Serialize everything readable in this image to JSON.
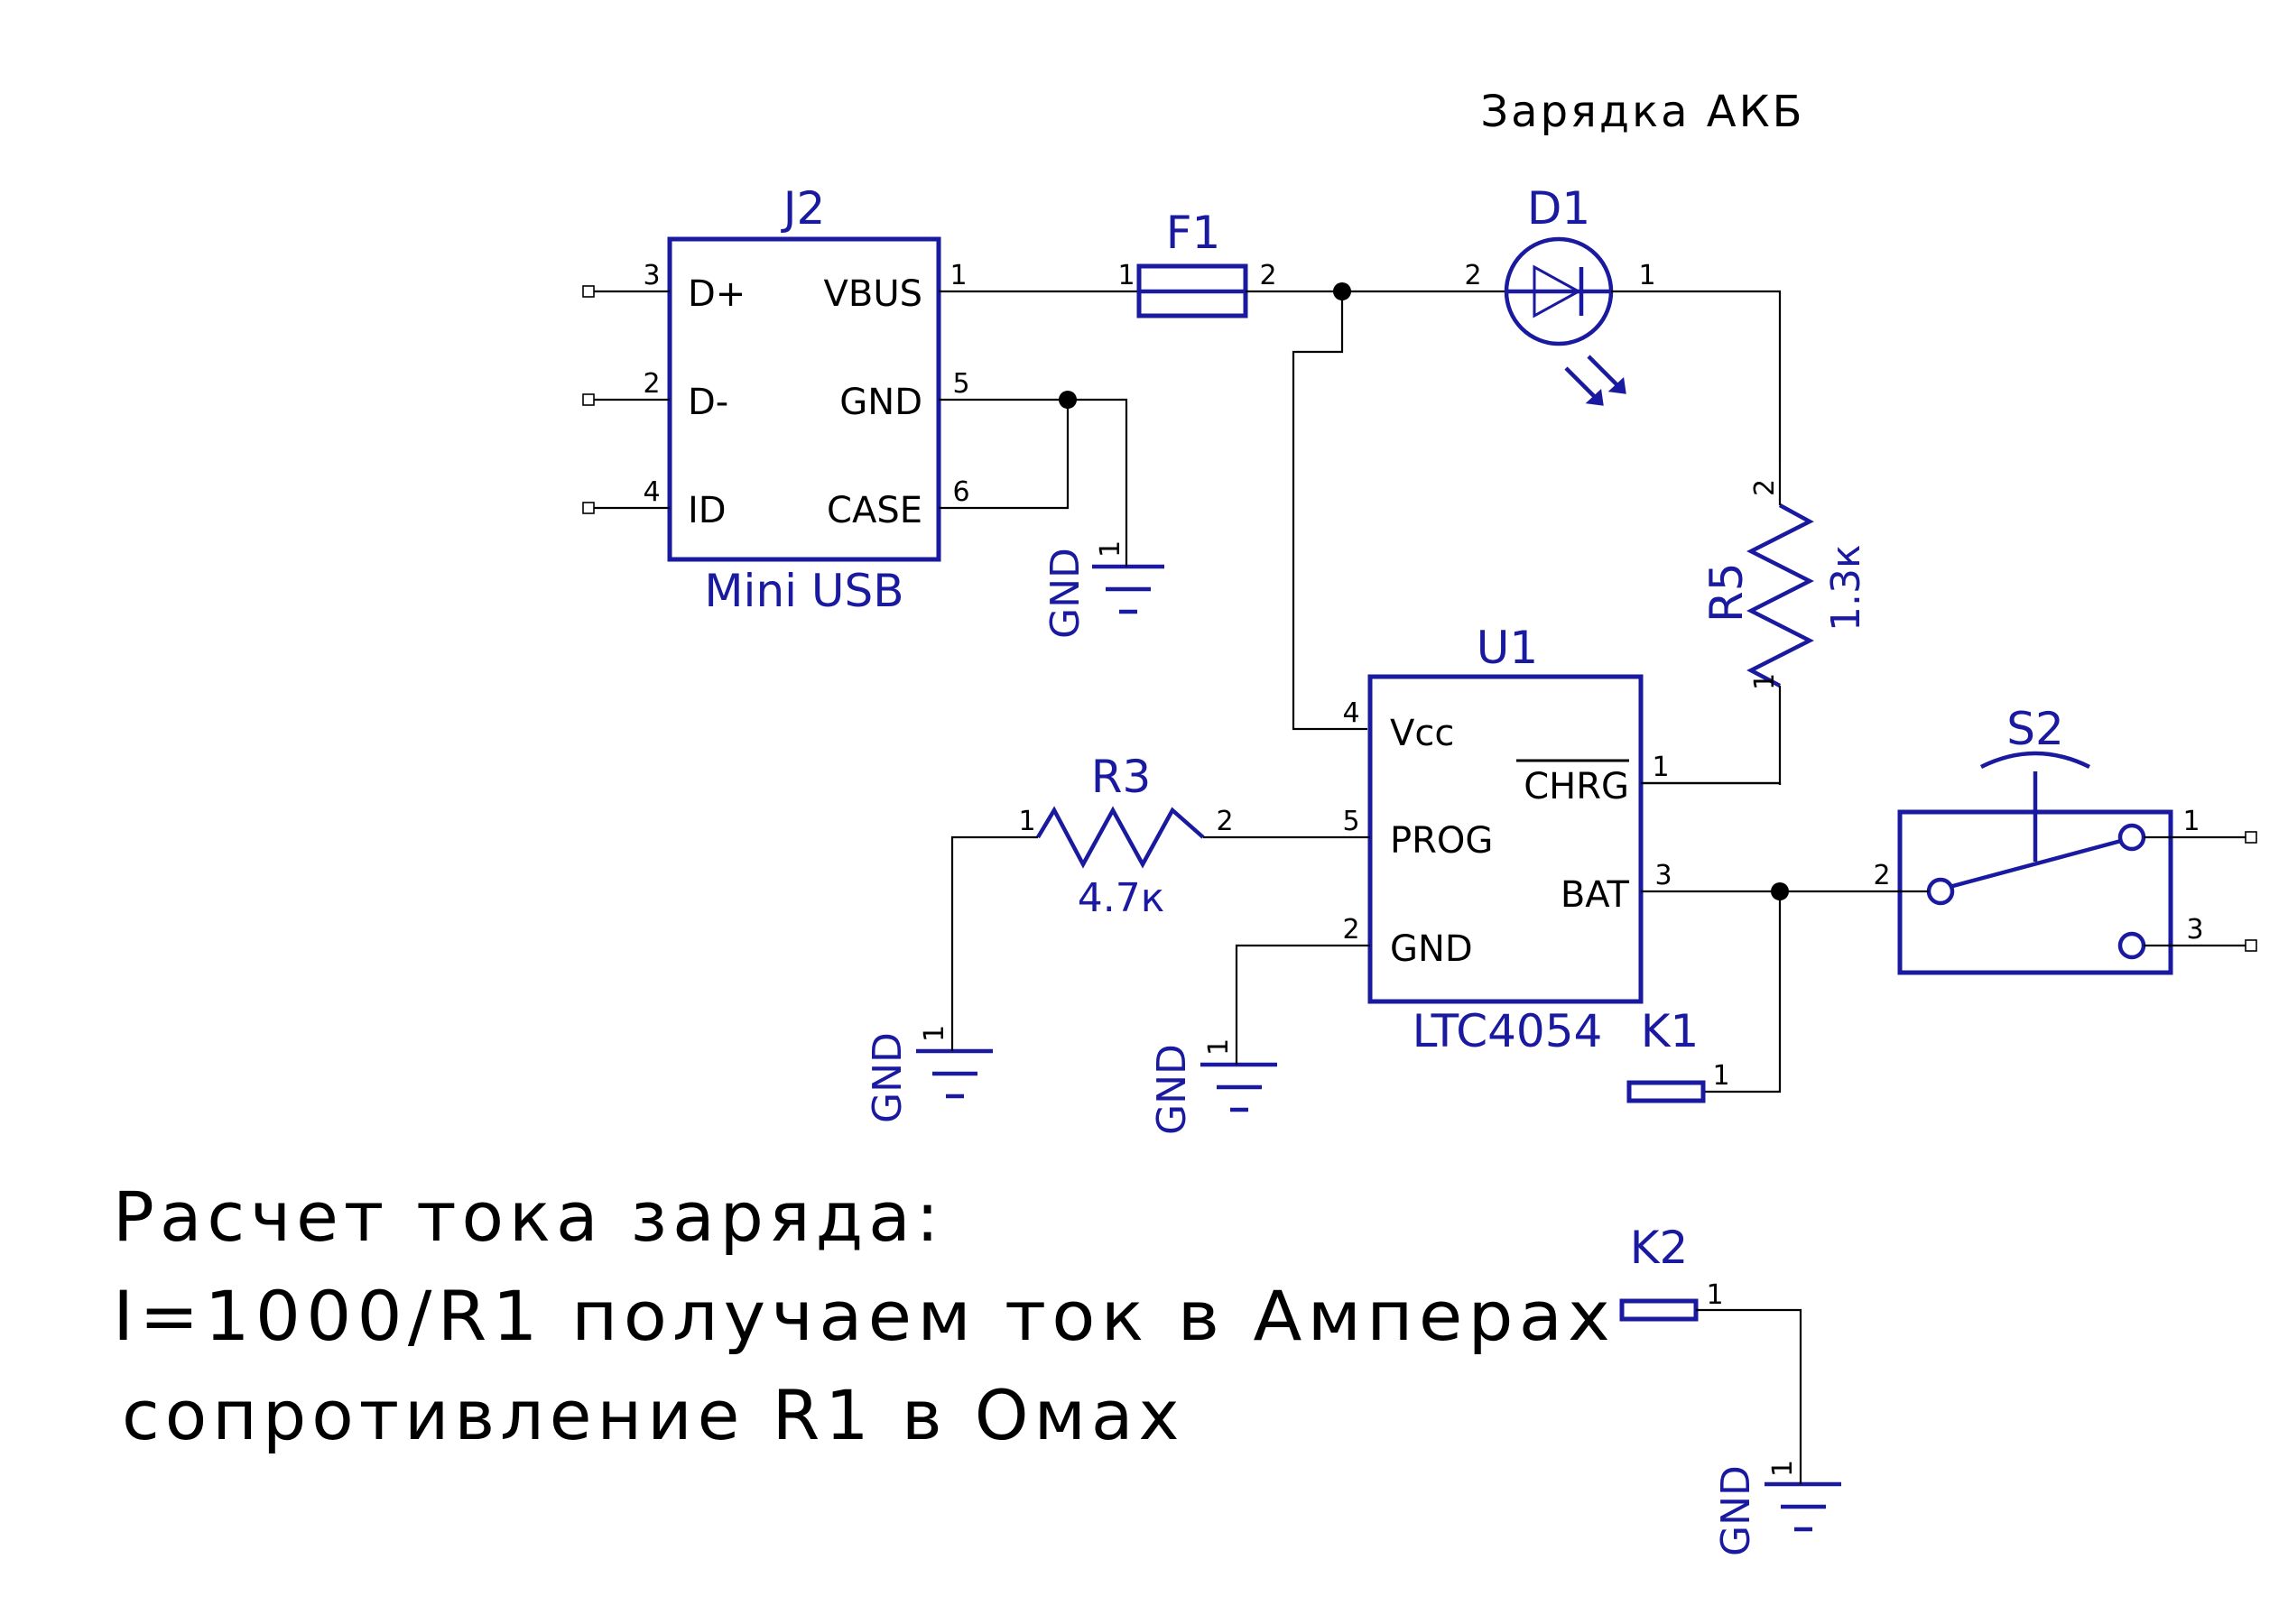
{
  "title": "Зарядка АКБ",
  "j2": {
    "ref": "J2",
    "value": "Mini USB",
    "pins": [
      {
        "num": "3",
        "name": "D+"
      },
      {
        "num": "2",
        "name": "D-"
      },
      {
        "num": "4",
        "name": "ID"
      },
      {
        "num": "1",
        "name": "VBUS"
      },
      {
        "num": "5",
        "name": "GND"
      },
      {
        "num": "6",
        "name": "CASE"
      }
    ]
  },
  "f1": {
    "ref": "F1",
    "pin1": "1",
    "pin2": "2"
  },
  "d1": {
    "ref": "D1",
    "pin_anode": "2",
    "pin_cathode": "1"
  },
  "r5": {
    "ref": "R5",
    "value": "1.3к",
    "pin_top": "2",
    "pin_bottom": "1"
  },
  "u1": {
    "ref": "U1",
    "value": "LTC4054",
    "pins": [
      {
        "num": "4",
        "name": "Vcc"
      },
      {
        "num": "5",
        "name": "PROG"
      },
      {
        "num": "2",
        "name": "GND"
      },
      {
        "num": "1",
        "name": "CHRG"
      },
      {
        "num": "3",
        "name": "BAT"
      }
    ]
  },
  "r3": {
    "ref": "R3",
    "value": "4.7к",
    "pin1": "1",
    "pin2": "2"
  },
  "s2": {
    "ref": "S2",
    "pin_common": "2",
    "pin_a": "1",
    "pin_b": "3"
  },
  "k1": {
    "ref": "K1",
    "pin": "1"
  },
  "k2": {
    "ref": "K2",
    "pin": "1"
  },
  "gnd": {
    "label": "GND",
    "pin": "1"
  },
  "note": {
    "line1": "Расчет тока заряда:",
    "line2": "I=1000/R1 получаем ток в Амперах",
    "line3": "сопротивление R1 в Омах"
  },
  "colors": {
    "symbol": "#1a1aa0",
    "wire": "#000000",
    "background": "#ffffff"
  }
}
